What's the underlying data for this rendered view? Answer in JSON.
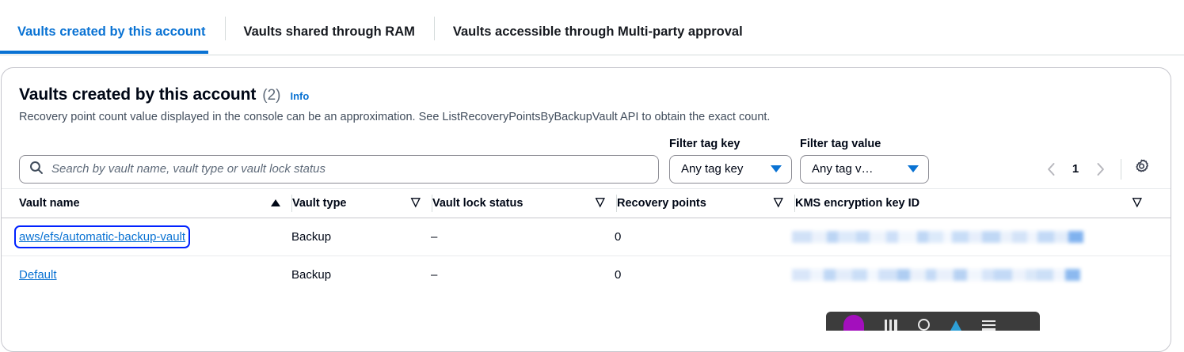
{
  "tabs": [
    {
      "label": "Vaults created by this account",
      "active": true
    },
    {
      "label": "Vaults shared through RAM",
      "active": false
    },
    {
      "label": "Vaults accessible through Multi-party approval",
      "active": false
    }
  ],
  "panel": {
    "title": "Vaults created by this account",
    "count": "(2)",
    "info_label": "Info",
    "description": "Recovery point count value displayed in the console can be an approximation. See ListRecoveryPointsByBackupVault API to obtain the exact count."
  },
  "search": {
    "placeholder": "Search by vault name, vault type or vault lock status",
    "value": "",
    "icon": "search-icon"
  },
  "filters": {
    "tag_key": {
      "label": "Filter tag key",
      "selected": "Any tag key"
    },
    "tag_value": {
      "label": "Filter tag value",
      "selected": "Any tag v…"
    }
  },
  "pagination": {
    "prev_icon": "chevron-left-icon",
    "next_icon": "chevron-right-icon",
    "current_page": "1",
    "settings_icon": "gear-icon"
  },
  "table": {
    "columns": [
      {
        "label": "Vault name",
        "sort": "asc"
      },
      {
        "label": "Vault type",
        "sort": "none"
      },
      {
        "label": "Vault lock status",
        "sort": "none"
      },
      {
        "label": "Recovery points",
        "sort": "none"
      },
      {
        "label": "KMS encryption key ID",
        "sort": "none"
      }
    ],
    "rows": [
      {
        "vault_name": "aws/efs/automatic-backup-vault",
        "vault_type": "Backup",
        "vault_lock_status": "–",
        "recovery_points": "0",
        "kms_key_id": "",
        "focused": true
      },
      {
        "vault_name": "Default",
        "vault_type": "Backup",
        "vault_lock_status": "–",
        "recovery_points": "0",
        "kms_key_id": "",
        "focused": false
      }
    ]
  },
  "dock": {
    "icons": [
      "app-purple-icon",
      "sound-wave-icon",
      "search-circle-icon",
      "cloud-blue-icon",
      "list-icon"
    ]
  },
  "colors": {
    "accent": "#0972d3",
    "text": "#000716",
    "muted": "#5f6b7a",
    "border": "#c6c6cd",
    "focus_ring": "#0022ff",
    "dock_bg": "#3c3c3c"
  }
}
